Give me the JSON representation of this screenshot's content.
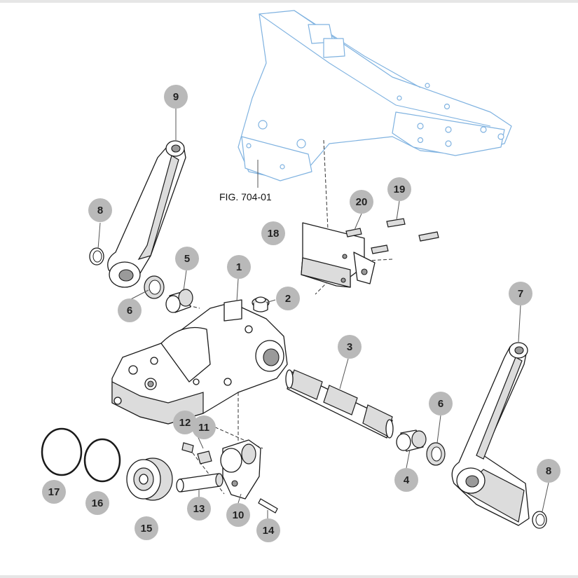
{
  "figure_reference": "FIG. 704-01",
  "callouts": [
    {
      "id": "c1",
      "label": "1"
    },
    {
      "id": "c2",
      "label": "2"
    },
    {
      "id": "c3",
      "label": "3"
    },
    {
      "id": "c4",
      "label": "4"
    },
    {
      "id": "c5",
      "label": "5"
    },
    {
      "id": "c6a",
      "label": "6"
    },
    {
      "id": "c6b",
      "label": "6"
    },
    {
      "id": "c7",
      "label": "7"
    },
    {
      "id": "c8a",
      "label": "8"
    },
    {
      "id": "c8b",
      "label": "8"
    },
    {
      "id": "c9",
      "label": "9"
    },
    {
      "id": "c10",
      "label": "10"
    },
    {
      "id": "c11",
      "label": "11"
    },
    {
      "id": "c12",
      "label": "12"
    },
    {
      "id": "c13",
      "label": "13"
    },
    {
      "id": "c14",
      "label": "14"
    },
    {
      "id": "c15",
      "label": "15"
    },
    {
      "id": "c16",
      "label": "16"
    },
    {
      "id": "c17",
      "label": "17"
    },
    {
      "id": "c18",
      "label": "18"
    },
    {
      "id": "c19",
      "label": "19"
    },
    {
      "id": "c20",
      "label": "20"
    }
  ],
  "colors": {
    "callout_fill": "#b9b9b9",
    "frame_blue": "#7fb2e0",
    "ink": "#1a1a1a"
  }
}
